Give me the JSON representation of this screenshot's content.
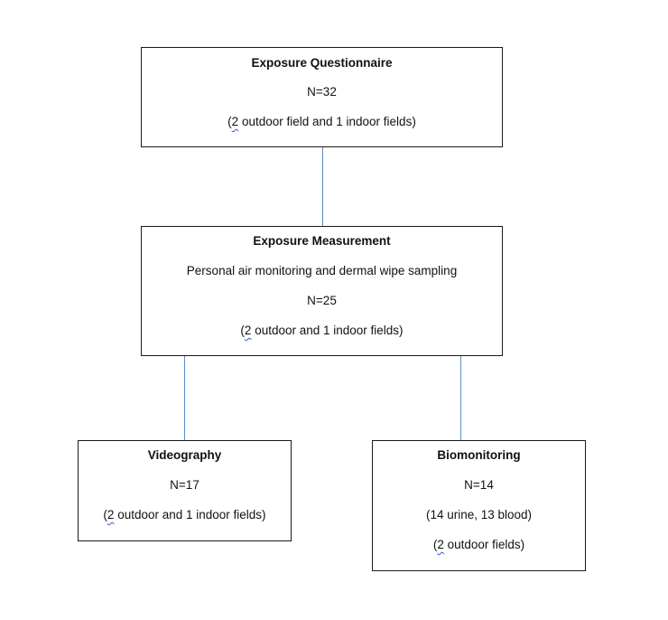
{
  "boxes": {
    "questionnaire": {
      "title": "Exposure Questionnaire",
      "n": "N=32",
      "detail_open": "(",
      "detail_num": "2",
      "detail_rest": " outdoor field and 1 indoor fields)"
    },
    "measurement": {
      "title": "Exposure Measurement",
      "subtitle": "Personal air monitoring and dermal wipe sampling",
      "n": "N=25",
      "detail_open": "(",
      "detail_num": "2",
      "detail_rest": " outdoor and 1 indoor fields)"
    },
    "videography": {
      "title": "Videography",
      "n": "N=17",
      "detail_open": "(",
      "detail_num": "2",
      "detail_rest": " outdoor and 1 indoor fields)"
    },
    "biomonitoring": {
      "title": "Biomonitoring",
      "n": "N=14",
      "samples": "(14 urine, 13 blood)",
      "detail_open": "(",
      "detail_num": "2",
      "detail_rest": " outdoor fields)"
    }
  },
  "colors": {
    "connector": "#5b8fc7",
    "border": "#1a1a1a",
    "spellcheck_underline": "#2f5fd0"
  }
}
